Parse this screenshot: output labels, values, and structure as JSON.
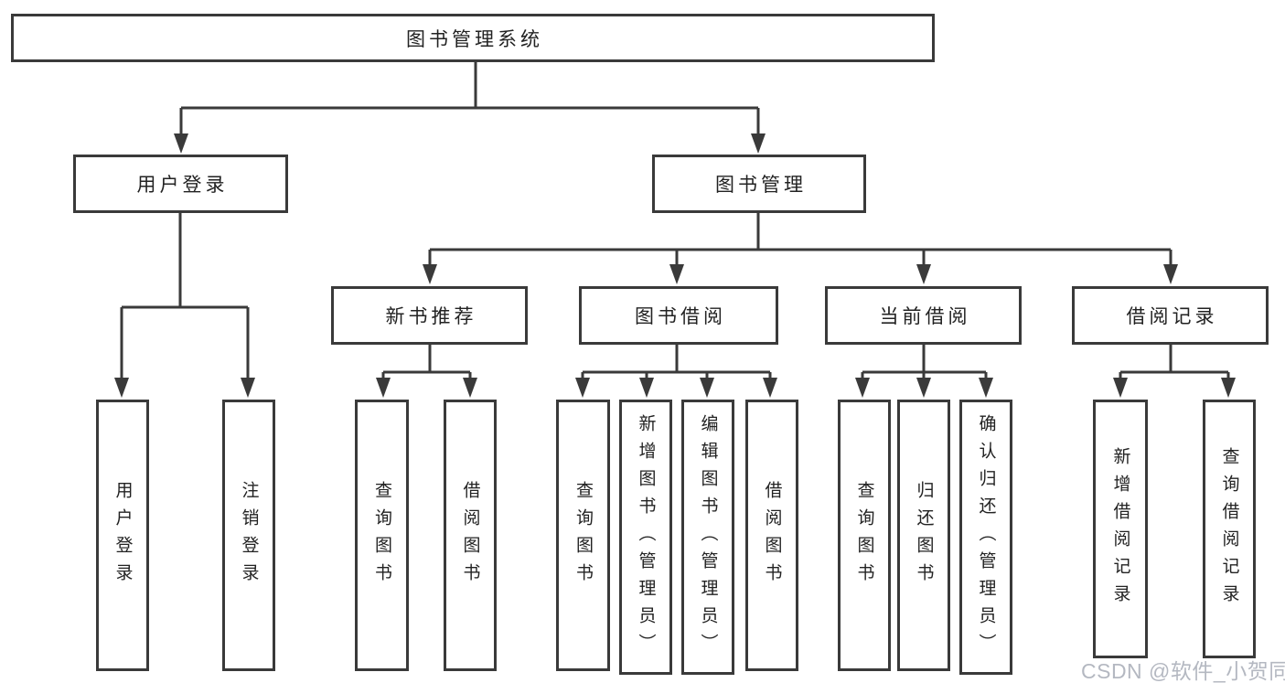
{
  "meta": {
    "diagram_type": "hierarchy-tree",
    "background_color": "#ffffff",
    "line_color": "#3a3a3a",
    "box_border_color": "#3a3a3a",
    "text_color": "#222222",
    "watermark_color": "#b4b8c1"
  },
  "tree": {
    "root": {
      "label": "图书管理系统"
    },
    "branches": [
      {
        "label": "用户登录",
        "children": [
          {
            "label": "用户登录"
          },
          {
            "label": "注销登录"
          }
        ]
      },
      {
        "label": "图书管理",
        "children": [
          {
            "label": "新书推荐",
            "children": [
              {
                "label": "查询图书"
              },
              {
                "label": "借阅图书"
              }
            ]
          },
          {
            "label": "图书借阅",
            "children": [
              {
                "label": "查询图书"
              },
              {
                "label": "新增图书（管理员）"
              },
              {
                "label": "编辑图书（管理员）"
              },
              {
                "label": "借阅图书"
              }
            ]
          },
          {
            "label": "当前借阅",
            "children": [
              {
                "label": "查询图书"
              },
              {
                "label": "归还图书"
              },
              {
                "label": "确认归还（管理员）"
              }
            ]
          },
          {
            "label": "借阅记录",
            "children": [
              {
                "label": "新增借阅记录"
              },
              {
                "label": "查询借阅记录"
              }
            ]
          }
        ]
      }
    ]
  },
  "watermark": {
    "text": "CSDN @软件_小贺同学"
  }
}
